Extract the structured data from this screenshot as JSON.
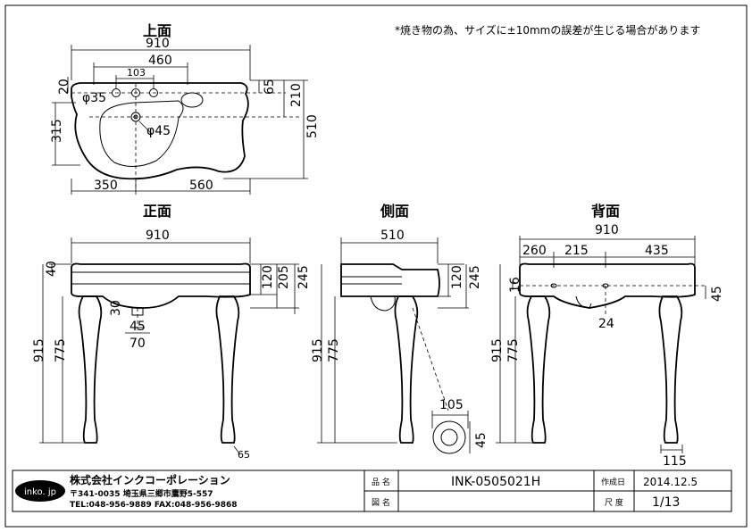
{
  "note": "*焼き物の為、サイズに±10mmの誤差が生じる場合があります",
  "views": {
    "top": {
      "title": "上面",
      "dims": {
        "w910": "910",
        "w460": "460",
        "w103": "103",
        "d35": "φ35",
        "d45": "φ45",
        "h20": "20",
        "h65": "65",
        "h210": "210",
        "h315": "315",
        "h510": "510",
        "w350": "350",
        "w560": "560"
      }
    },
    "front": {
      "title": "正面",
      "dims": {
        "w910": "910",
        "h40": "40",
        "h120": "120",
        "h205": "205",
        "h245": "245",
        "h30": "30",
        "w45": "45",
        "w70": "70",
        "h915": "915",
        "h775": "775",
        "w65": "65"
      }
    },
    "side": {
      "title": "側面",
      "dims": {
        "w510": "510",
        "h120": "120",
        "h245": "245",
        "h915": "915",
        "h775": "775",
        "w105": "105",
        "h45": "45"
      }
    },
    "back": {
      "title": "背面",
      "dims": {
        "w910": "910",
        "w260": "260",
        "w215": "215",
        "w435": "435",
        "h16": "16",
        "h45": "45",
        "w24": "24",
        "h915": "915",
        "h775": "775",
        "w115": "115"
      }
    }
  },
  "title_block": {
    "logo": "inko. jp",
    "company": "株式会社インクコーポレーション",
    "address": "〒341-0035 埼玉県三郷市鷹野5-557",
    "contact": "TEL:048-956-9889  FAX:048-956-9868",
    "product_label": "品 名",
    "product_value": "INK-0505021H",
    "drawing_label": "図 名",
    "drawing_value": "",
    "date_label": "作成日",
    "date_value": "2014.12.5",
    "scale_label": "尺 度",
    "scale_value": "1/13"
  }
}
